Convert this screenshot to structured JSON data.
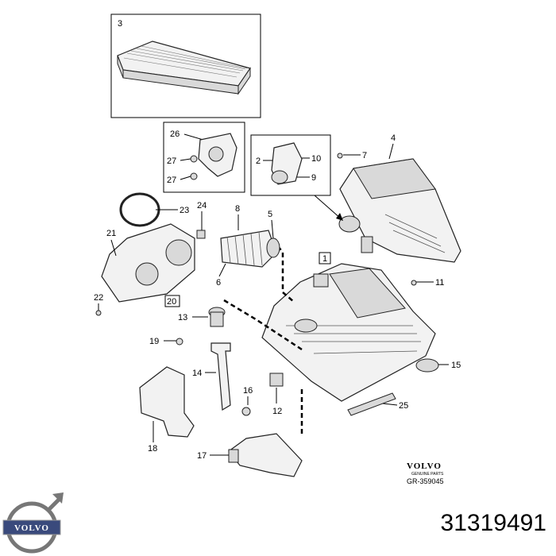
{
  "labels": {
    "l1": "1",
    "l2": "2",
    "l3": "3",
    "l4": "4",
    "l5": "5",
    "l6": "6",
    "l7": "7",
    "l8": "8",
    "l9": "9",
    "l10": "10",
    "l11": "11",
    "l12": "12",
    "l13": "13",
    "l14": "14",
    "l15": "15",
    "l16": "16",
    "l17": "17",
    "l18": "18",
    "l19": "19",
    "l20": "20",
    "l21": "21",
    "l22": "22",
    "l23": "23",
    "l24": "24",
    "l25": "25",
    "l26": "26",
    "l27a": "27",
    "l27b": "27"
  },
  "footer": {
    "brand": "VOLVO",
    "brand_sub": "GENUINE PARTS",
    "reference": "GR-359045",
    "logo_text": "VOLVO",
    "part_number": "31319491"
  }
}
